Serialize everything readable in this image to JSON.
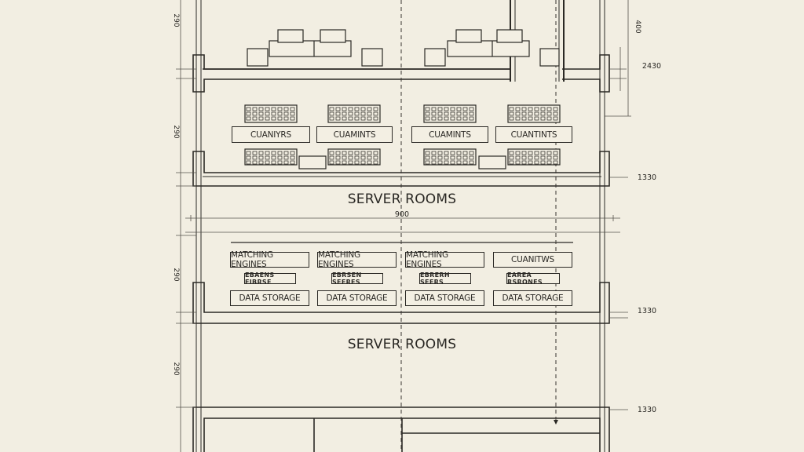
{
  "labels": {
    "upper_section_title": "SERVER ROOMS",
    "lower_section_title": "SERVER ROOMS",
    "upper_boxes": [
      "CUANIYRS",
      "CUAMINTS",
      "CUAMINTS",
      "CUANTINTS"
    ],
    "matching_row": [
      "MATCHING ENGINES",
      "MATCHING ENGINES",
      "MATCHING ENGINES",
      "CUANITWS"
    ],
    "small_row": [
      "EBAENS FIBRSE",
      "EBRSEN SEERES",
      "EBRERH SEERS",
      "EAREA RSRONES"
    ],
    "storage_row": [
      "DATA STORAGE",
      "DATA STORAGE",
      "DATA STORAGE",
      "DATA STORAGE"
    ]
  },
  "dimensions": {
    "left": [
      "290",
      "290",
      "290",
      "290"
    ],
    "right_top_vertical": "400",
    "right": [
      "2430",
      "1330",
      "1330",
      "1330"
    ],
    "center": "900"
  }
}
